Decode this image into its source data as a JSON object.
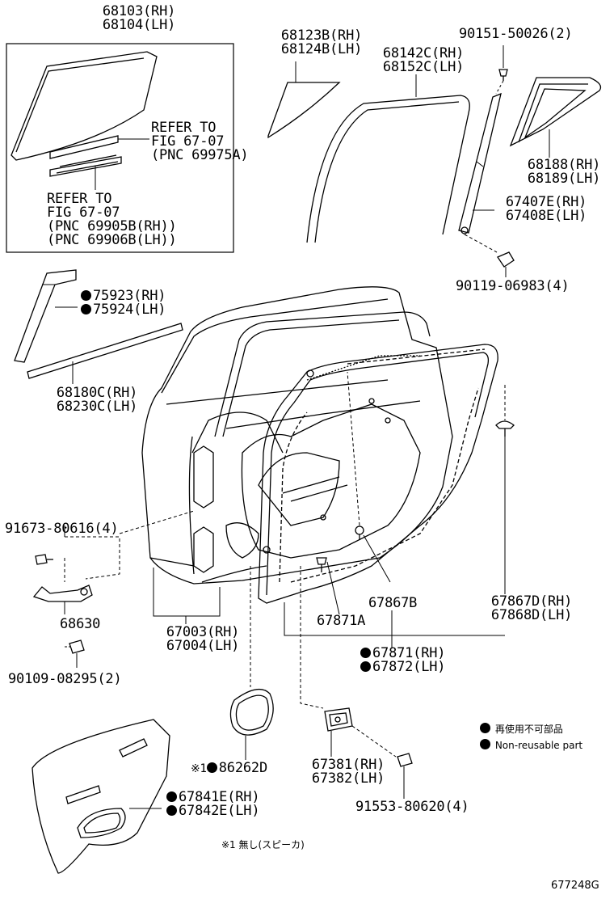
{
  "parts": {
    "glass_rh": "68103(RH)",
    "glass_lh": "68104(LH)",
    "refer1_line1": "REFER TO",
    "refer1_line2": "FIG 67-07",
    "refer1_line3": "(PNC 69975A)",
    "refer2_line1": "REFER TO",
    "refer2_line2": "FIG 67-07",
    "refer2_line3": "(PNC 69905B(RH))",
    "refer2_line4": "(PNC 69906B(LH))",
    "qglass_rh": "68123B(RH)",
    "qglass_lh": "68124B(LH)",
    "run_rh": "68142C(RH)",
    "run_lh": "68152C(LH)",
    "screw_top": "90151-50026(2)",
    "weather_rh": "68188(RH)",
    "weather_lh": "68189(LH)",
    "frame_rh": "67407E(RH)",
    "frame_lh": "67408E(LH)",
    "bolt_frame": "90119-06983(4)",
    "garnish_rh": "75923(RH)",
    "garnish_lh": "75924(LH)",
    "belt_rh": "68180C(RH)",
    "belt_lh": "68230C(LH)",
    "bolt_hinge": "91673-80616(4)",
    "check": "68630",
    "bolt_check": "90109-08295(2)",
    "door_rh": "67003(RH)",
    "door_lh": "67004(LH)",
    "clip_b": "67867B",
    "clip_a": "67871A",
    "clip_d_rh": "67867D(RH)",
    "clip_d_lh": "67868D(LH)",
    "wstrip_rh": "67871(RH)",
    "wstrip_lh": "67872(LH)",
    "speaker": "86262D",
    "speaker_prefix": "※1",
    "hole_rh": "67381(RH)",
    "hole_lh": "67382(LH)",
    "bolt_hole": "91553-80620(4)",
    "cover_rh": "67841E(RH)",
    "cover_lh": "67842E(LH)"
  },
  "legend": {
    "jp": "再使用不可部品",
    "en": "Non-reusable part"
  },
  "footnote": "※1 無し(スピーカ)",
  "figure_code": "677248G"
}
